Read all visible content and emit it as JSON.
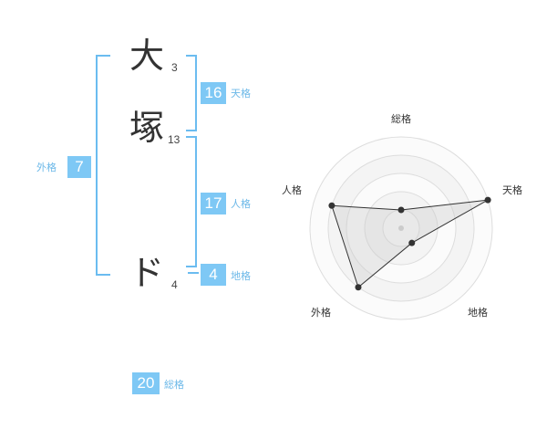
{
  "name": {
    "chars": [
      {
        "char": "大",
        "strokes": "3"
      },
      {
        "char": "塚",
        "strokes": "13"
      },
      {
        "char": "ド",
        "strokes": "4"
      }
    ]
  },
  "kaku": {
    "tenkaku": {
      "value": "16",
      "label": "天格"
    },
    "jinkaku": {
      "value": "17",
      "label": "人格"
    },
    "chikaku": {
      "value": "4",
      "label": "地格"
    },
    "gaikaku": {
      "value": "7",
      "label": "外格"
    },
    "soukaku": {
      "value": "20",
      "label": "総格"
    }
  },
  "chart_data": {
    "type": "radar",
    "axes": [
      "総格",
      "天格",
      "地格",
      "外格",
      "人格"
    ],
    "values": [
      1,
      5,
      1,
      4,
      4
    ],
    "rmax": 5,
    "rings": 5
  }
}
